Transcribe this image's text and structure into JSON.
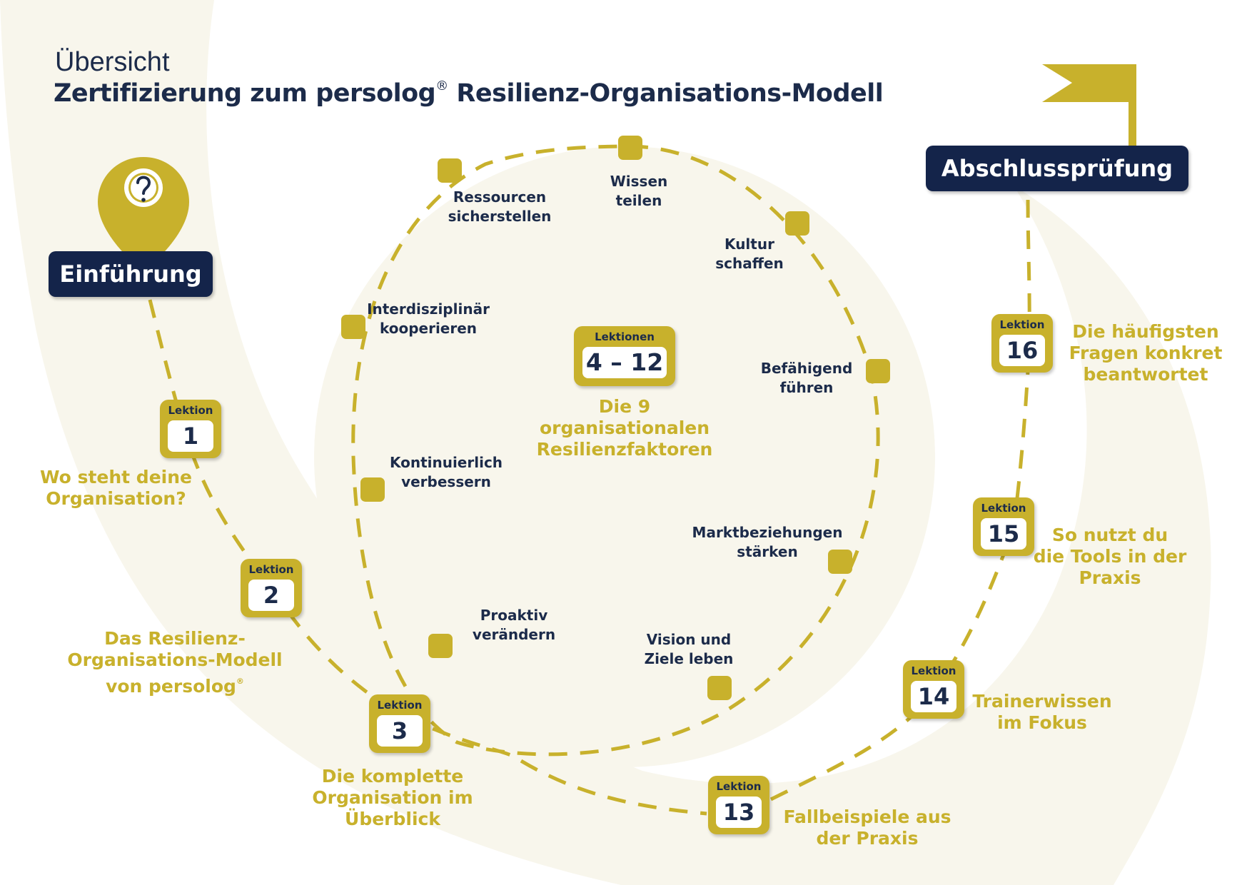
{
  "header": {
    "subtitle": "Übersicht",
    "title": "Zertifizierung zum persolog",
    "title_mark": "®",
    "title_rest": " Resilienz-Organisations-Modell"
  },
  "start": {
    "label": "Einführung",
    "icon": "question-pin-icon"
  },
  "finish": {
    "label": "Abschlussprüfung",
    "icon": "flag-icon"
  },
  "lesson_word": "Lektion",
  "lessons": [
    {
      "num": "1",
      "line1": "Wo steht deine",
      "line2": "Organisation?"
    },
    {
      "num": "2",
      "line1": "Das Resilienz-",
      "line2": "Organisations-Modell",
      "line3": "von persolog",
      "mark": "®"
    },
    {
      "num": "3",
      "line1": "Die komplette",
      "line2": "Organisation im",
      "line3": "Überblick"
    },
    {
      "num": "13",
      "line1": "Fallbeispiele aus",
      "line2": "der Praxis"
    },
    {
      "num": "14",
      "line1": "Trainerwissen",
      "line2": "im Fokus"
    },
    {
      "num": "15",
      "line1": "So nutzt du",
      "line2": "die Tools in der",
      "line3": "Praxis"
    },
    {
      "num": "16",
      "line1": "Die häufigsten",
      "line2": "Fragen konkret",
      "line3": "beantwortet"
    }
  ],
  "center": {
    "label": "Lektionen",
    "range": "4 – 12",
    "line1": "Die 9",
    "line2": "organisationalen",
    "line3": "Resilienzfaktoren"
  },
  "factors": [
    "Wissen\nteilen",
    "Kultur\nschaffen",
    "Befähigend\nführen",
    "Marktbeziehungen\nstärken",
    "Vision und\nZiele leben",
    "Proaktiv\nverändern",
    "Kontinuierlich\nverbessern",
    "Interdisziplinär\nkooperieren",
    "Ressourcen\nsicherstellen"
  ],
  "colors": {
    "navy": "#14244a",
    "gold": "#c8b12c",
    "cream": "#f8f6ec"
  }
}
